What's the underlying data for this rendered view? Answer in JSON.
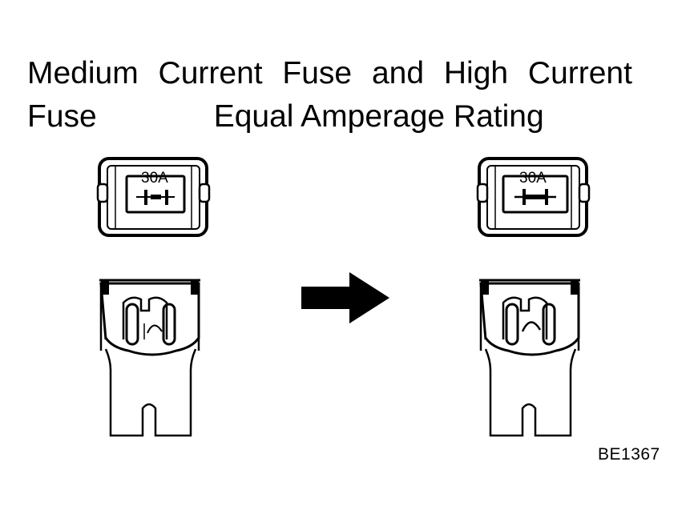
{
  "title": {
    "line1": "Medium Current Fuse and High Current",
    "line2_left": "Fuse",
    "line2_right": "Equal Amperage Rating"
  },
  "left_fuse": {
    "rating": "30A"
  },
  "right_fuse": {
    "rating": "30A"
  },
  "figure_code": "BE1367"
}
